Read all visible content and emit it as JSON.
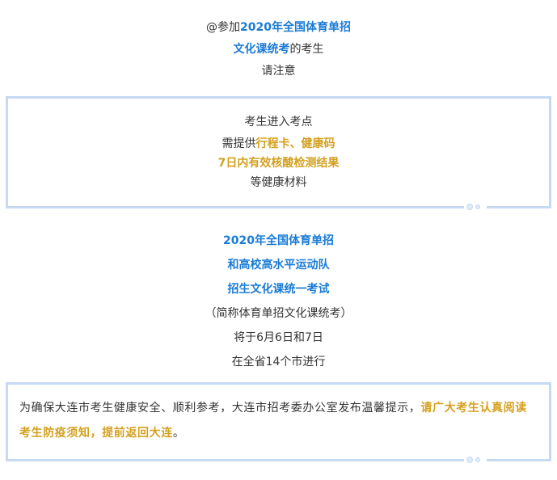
{
  "intro": {
    "line1_prefix": "@参加",
    "line1_highlight": "2020年全国体育单招",
    "line2_highlight": "文化课统考",
    "line2_suffix": "的考生",
    "line3": "请注意"
  },
  "box1": {
    "line1": "考生进入考点",
    "line2_prefix": "需提供",
    "line2_highlight": "行程卡、健康码",
    "line3_highlight": "7日内有效核酸检测结果",
    "line4": "等健康材料"
  },
  "exam": {
    "line1": "2020年全国体育单招",
    "line2": "和高校高水平运动队",
    "line3": "招生文化课统一考试",
    "line4": "（简称体育单招文化课统考）",
    "line5": "将于6月6日和7日",
    "line6": "在全省14个市进行"
  },
  "notice": {
    "text_plain": "为确保大连市考生健康安全、顺利参考，大连市招考委办公室发布温馨提示，",
    "text_highlight": "请广大考生认真阅读考生防疫须知，提前返回大连",
    "text_end": "。"
  },
  "colors": {
    "blue_highlight": "#1a7bd6",
    "gold_highlight": "#d4a01f",
    "box_border": "#c6d9f3"
  }
}
